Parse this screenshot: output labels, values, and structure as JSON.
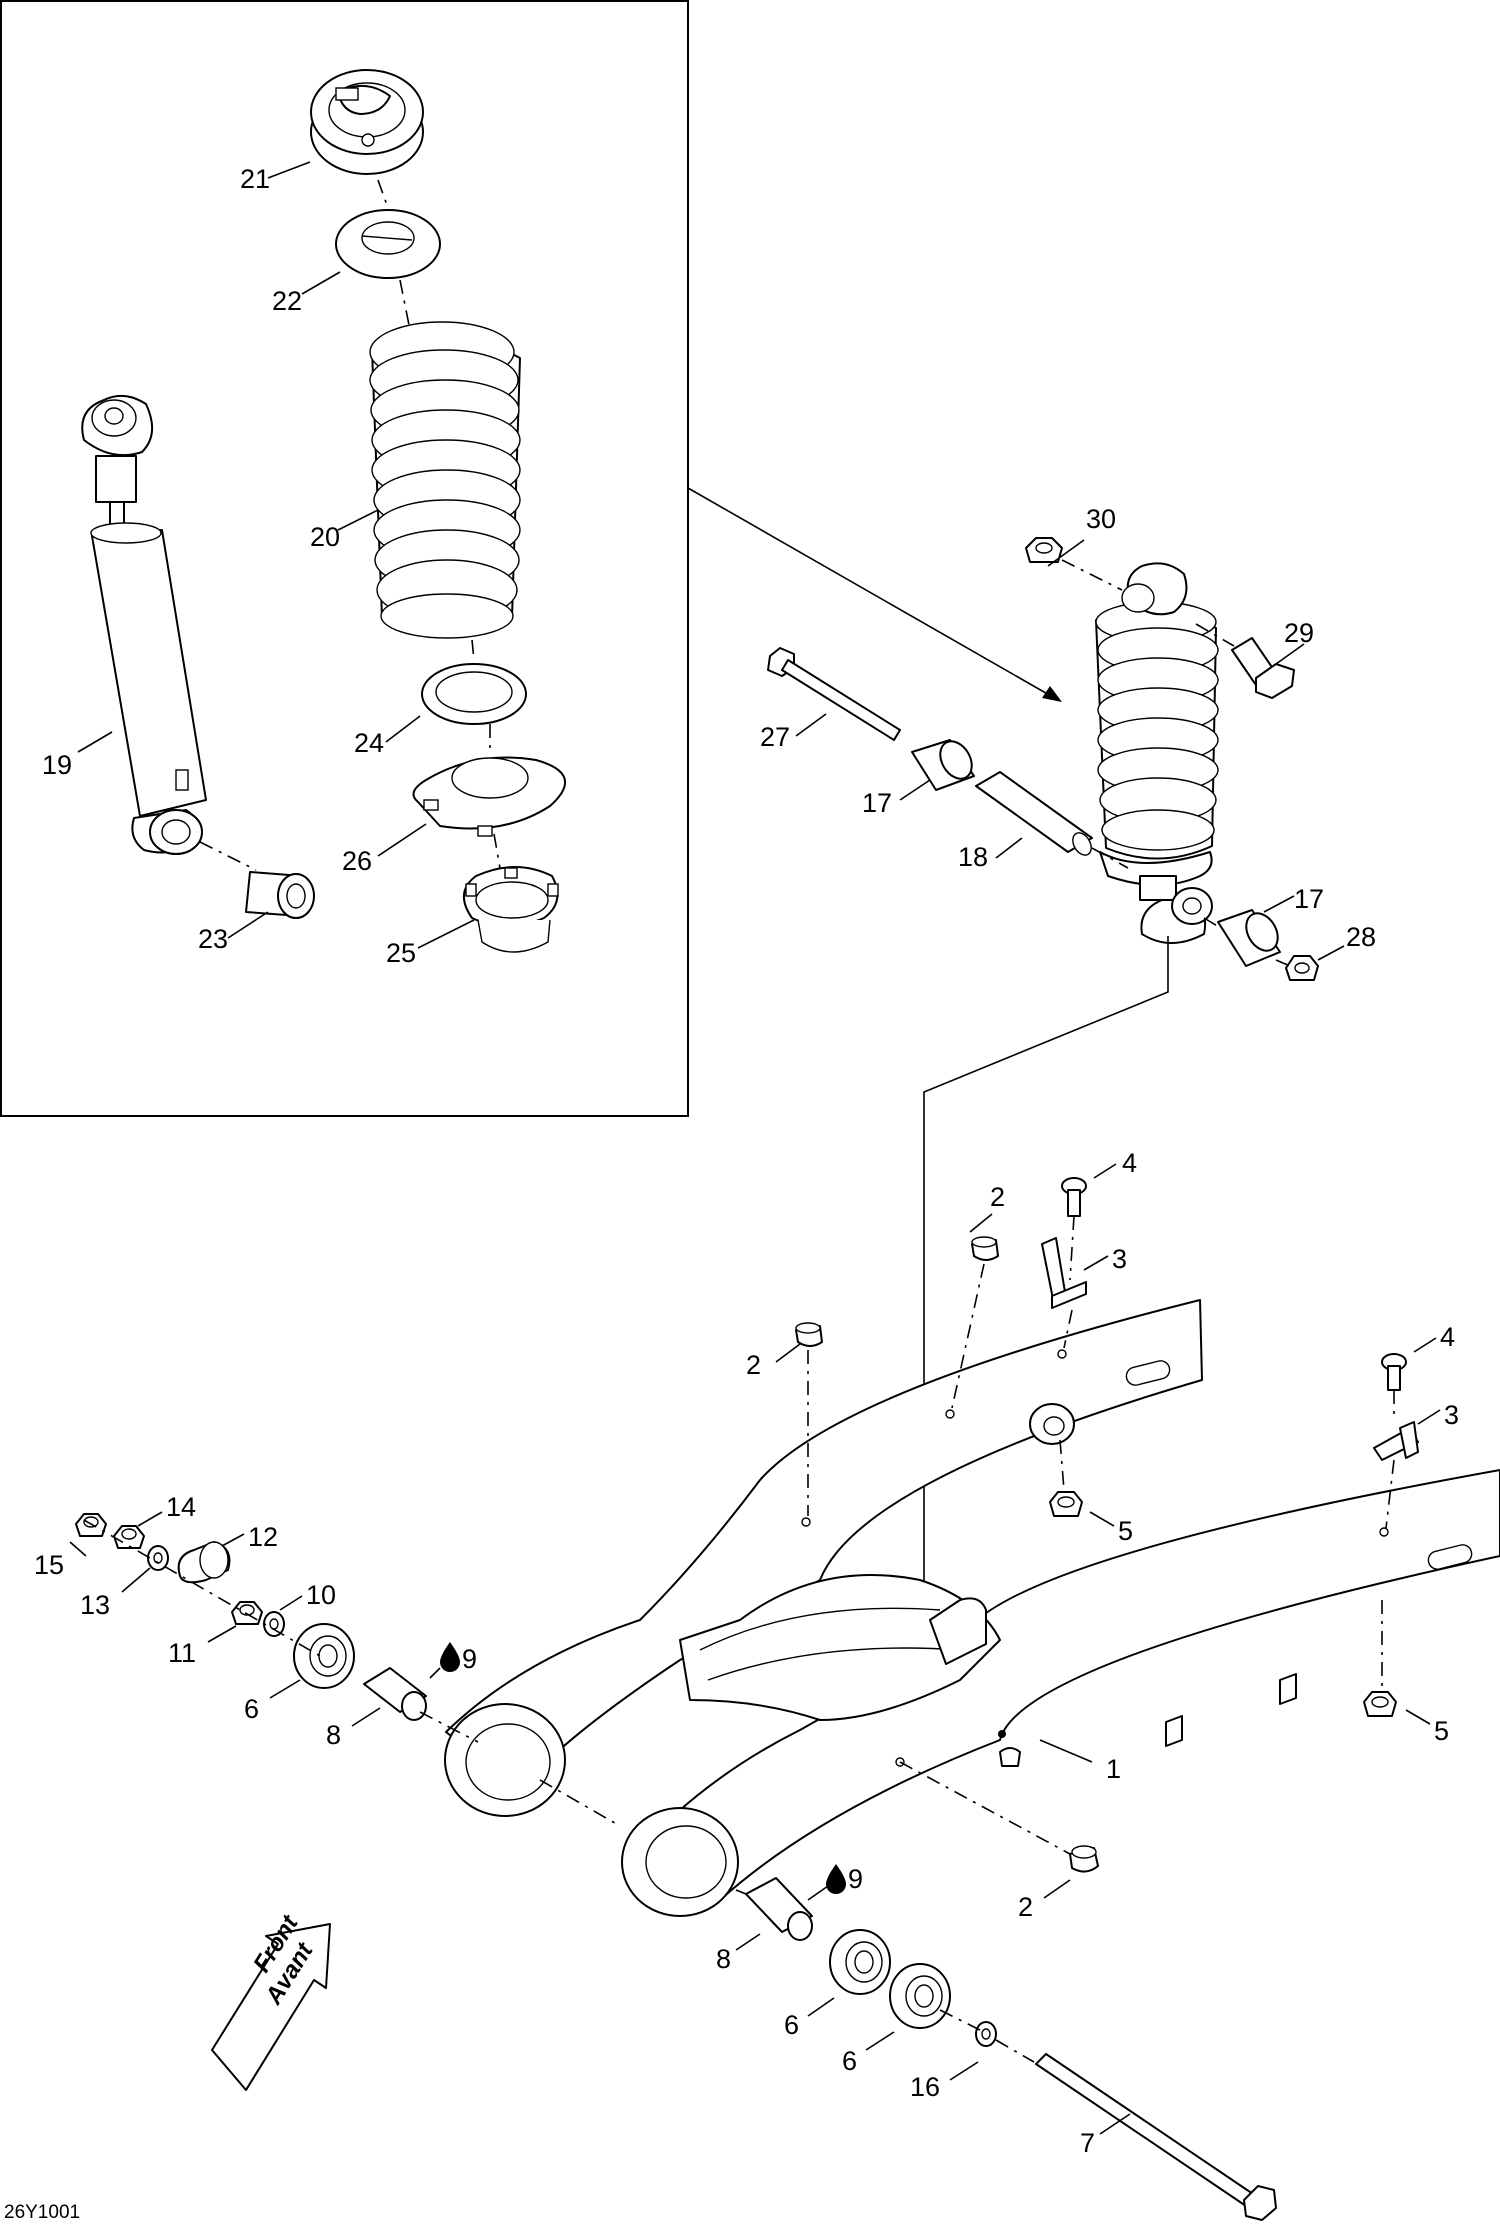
{
  "drawing_code": "26Y1001",
  "front_arrow": {
    "line1": "Front",
    "line2": "Avant",
    "icon": "front-direction-arrow"
  },
  "lubricant_icon": "oil-drop-icon",
  "callouts": [
    {
      "id": "callout-21",
      "label": "21"
    },
    {
      "id": "callout-22",
      "label": "22"
    },
    {
      "id": "callout-20",
      "label": "20"
    },
    {
      "id": "callout-19",
      "label": "19"
    },
    {
      "id": "callout-24",
      "label": "24"
    },
    {
      "id": "callout-26",
      "label": "26"
    },
    {
      "id": "callout-23",
      "label": "23"
    },
    {
      "id": "callout-25",
      "label": "25"
    },
    {
      "id": "callout-30",
      "label": "30"
    },
    {
      "id": "callout-29",
      "label": "29"
    },
    {
      "id": "callout-27",
      "label": "27"
    },
    {
      "id": "callout-17a",
      "label": "17"
    },
    {
      "id": "callout-18",
      "label": "18"
    },
    {
      "id": "callout-17b",
      "label": "17"
    },
    {
      "id": "callout-28",
      "label": "28"
    },
    {
      "id": "callout-4a",
      "label": "4"
    },
    {
      "id": "callout-2a",
      "label": "2"
    },
    {
      "id": "callout-3a",
      "label": "3"
    },
    {
      "id": "callout-2b",
      "label": "2"
    },
    {
      "id": "callout-4b",
      "label": "4"
    },
    {
      "id": "callout-3b",
      "label": "3"
    },
    {
      "id": "callout-5a",
      "label": "5"
    },
    {
      "id": "callout-14",
      "label": "14"
    },
    {
      "id": "callout-15",
      "label": "15"
    },
    {
      "id": "callout-12",
      "label": "12"
    },
    {
      "id": "callout-13",
      "label": "13"
    },
    {
      "id": "callout-10",
      "label": "10"
    },
    {
      "id": "callout-11",
      "label": "11"
    },
    {
      "id": "callout-9a",
      "label": "9"
    },
    {
      "id": "callout-6a",
      "label": "6"
    },
    {
      "id": "callout-8a",
      "label": "8"
    },
    {
      "id": "callout-5b",
      "label": "5"
    },
    {
      "id": "callout-1",
      "label": "1"
    },
    {
      "id": "callout-2c",
      "label": "2"
    },
    {
      "id": "callout-9b",
      "label": "9"
    },
    {
      "id": "callout-8b",
      "label": "8"
    },
    {
      "id": "callout-6b",
      "label": "6"
    },
    {
      "id": "callout-6c",
      "label": "6"
    },
    {
      "id": "callout-16",
      "label": "16"
    },
    {
      "id": "callout-7",
      "label": "7"
    }
  ]
}
